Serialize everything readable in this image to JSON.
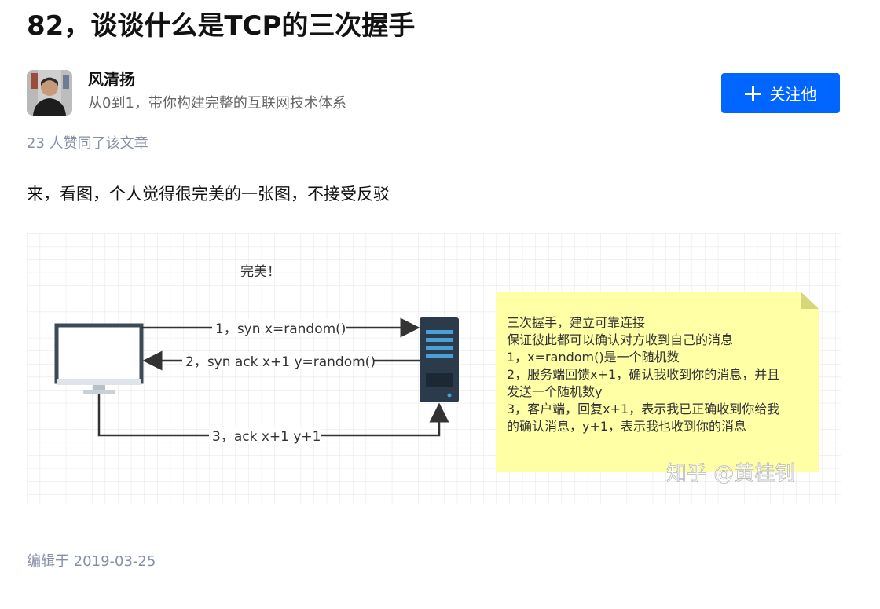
{
  "article": {
    "title": "82，谈谈什么是TCP的三次握手",
    "author": {
      "name": "风清扬",
      "bio": "从0到1，带你构建完整的互联网技术体系"
    },
    "follow_button": {
      "label": "关注他",
      "icon": "plus-icon",
      "color": "#0066ff"
    },
    "likes_text": "23 人赞同了该文章",
    "body_text": "来，看图，个人觉得很完美的一张图，不接受反驳",
    "edited_text": "编辑于 2019-03-25"
  },
  "diagram": {
    "caption": "完美！",
    "arrow1_label": "1，syn x=random()",
    "arrow2_label": "2，syn ack x+1 y=random()",
    "arrow3_label": "3，ack x+1 y+1",
    "note_lines": [
      "三次握手，建立可靠连接",
      "保证彼此都可以确认对方收到自己的消息",
      "1，x=random()是一个随机数",
      "2，服务端回馈x+1，确认我收到你的消息，并且",
      "发送一个随机数y",
      "3，客户端，回复x+1，表示我已正确收到你给我",
      "的确认消息，y+1，表示我也收到你的消息"
    ],
    "watermark": "知乎 @黄桂钊",
    "note_color": "#ffffa6",
    "grid_color": "#e2e2e2"
  }
}
